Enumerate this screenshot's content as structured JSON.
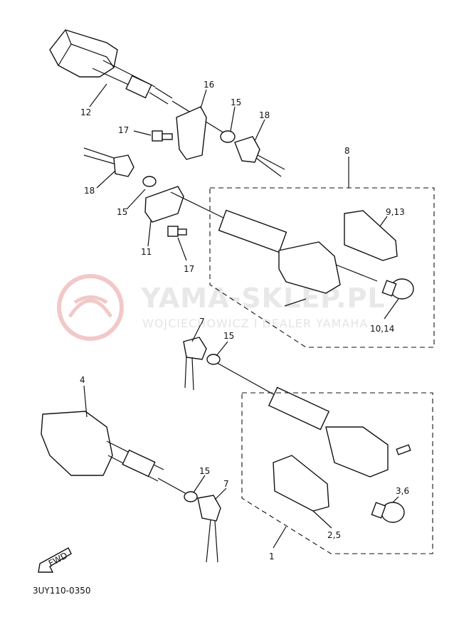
{
  "watermark": {
    "brand": "YAMA-SKLEP.PL",
    "dealer": "WOJCIECHOWICZ I DEALER YAMAHA"
  },
  "callouts": {
    "c12": "12",
    "c16": "16",
    "c15a": "15",
    "c18a": "18",
    "c17a": "17",
    "c8": "8",
    "c913": "9,13",
    "c18b": "18",
    "c15b": "15",
    "c11": "11",
    "c17b": "17",
    "c1014": "10,14",
    "c7a": "7",
    "c15c": "15",
    "c4": "4",
    "c15d": "15",
    "c7b": "7",
    "c36": "3,6",
    "c25": "2,5",
    "c1": "1"
  },
  "fwd_label": "FWD",
  "diagram_code": "3UY110-0350"
}
